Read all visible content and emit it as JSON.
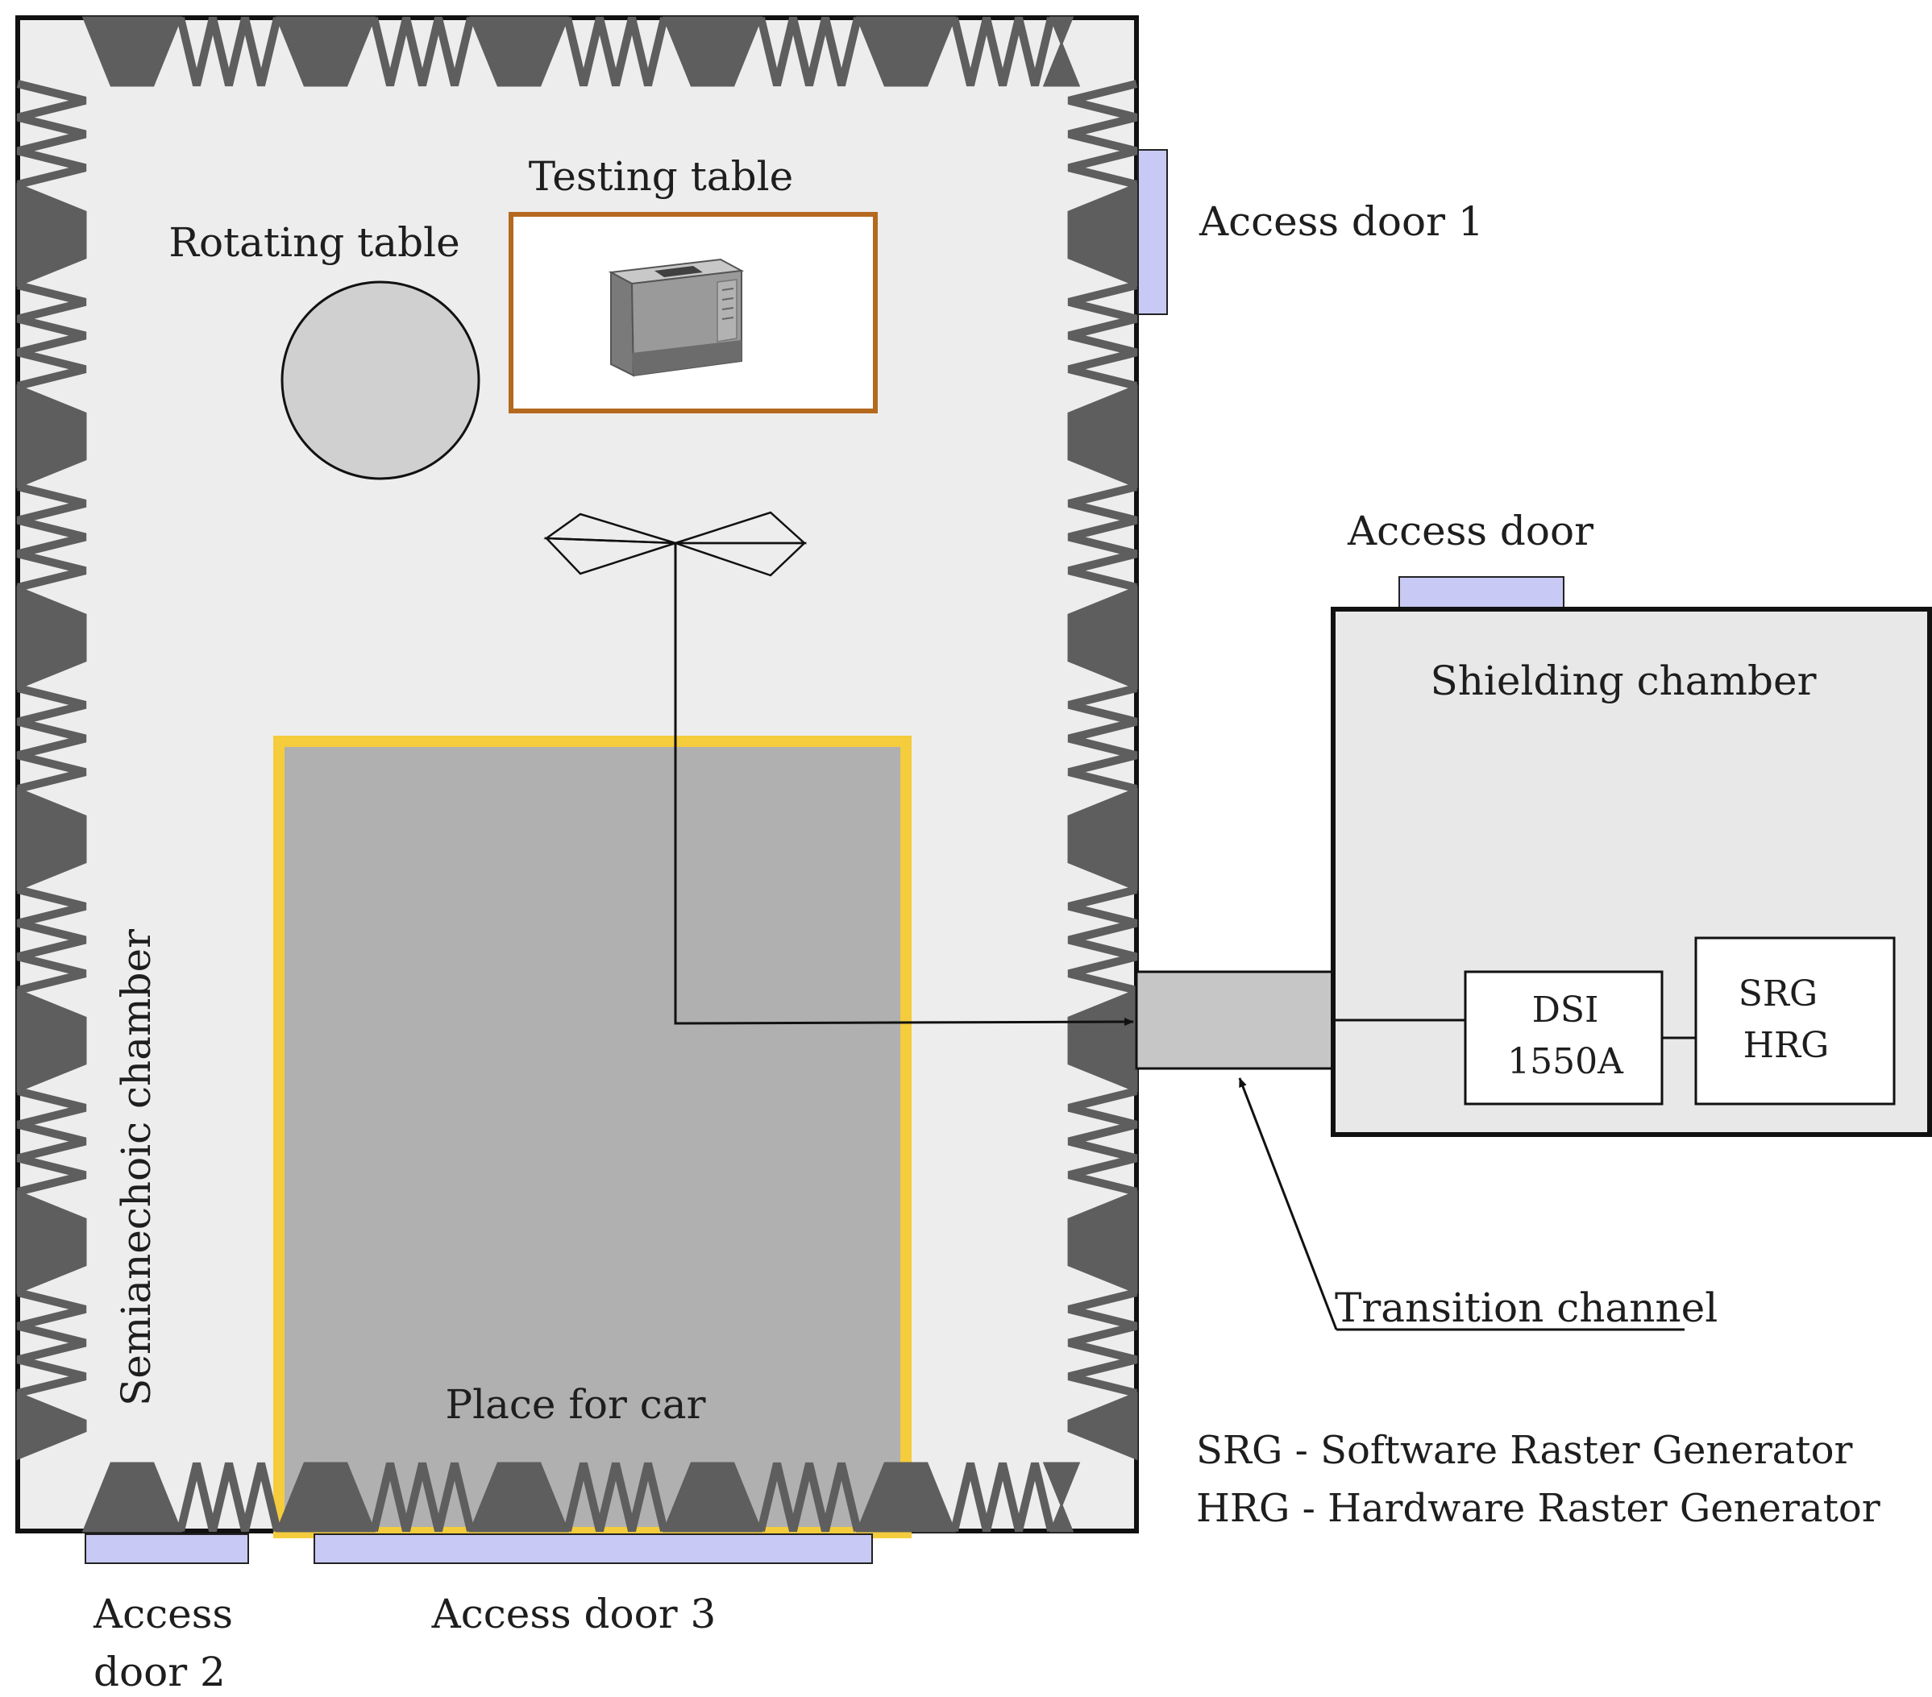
{
  "labels": {
    "testing_table": "Testing table",
    "rotating_table": "Rotating table",
    "access_door_1": "Access door 1",
    "access_door": "Access door",
    "shielding_chamber": "Shielding chamber",
    "dsi_line1": "DSI",
    "dsi_line2": "1550A",
    "srg_line1": "SRG",
    "srg_line2": "HRG",
    "semianechoic_chamber": "Semianechoic chamber",
    "transition_channel": "Transition channel",
    "place_for_car": "Place for car",
    "legend_srg": "SRG - Software Raster Generator",
    "legend_hrg": "HRG - Hardware Raster Generator",
    "access_door_2_line1": "Access",
    "access_door_2_line2": "door 2",
    "access_door_3": "Access door 3"
  },
  "icons": {
    "printer": "printer-icon",
    "antenna": "biconical-antenna-icon"
  },
  "colors": {
    "chamber_fill": "#ededed",
    "absorber": "#5e5e5e",
    "car_area_fill": "#b0b0b0",
    "car_area_border": "#f4cc3c",
    "testing_table_border": "#b4691e",
    "door_fill": "#c9c9f5",
    "rotating_table_fill": "#d0d0d0",
    "shield_fill": "#e8e8e8",
    "transition_fill": "#c6c6c6"
  }
}
